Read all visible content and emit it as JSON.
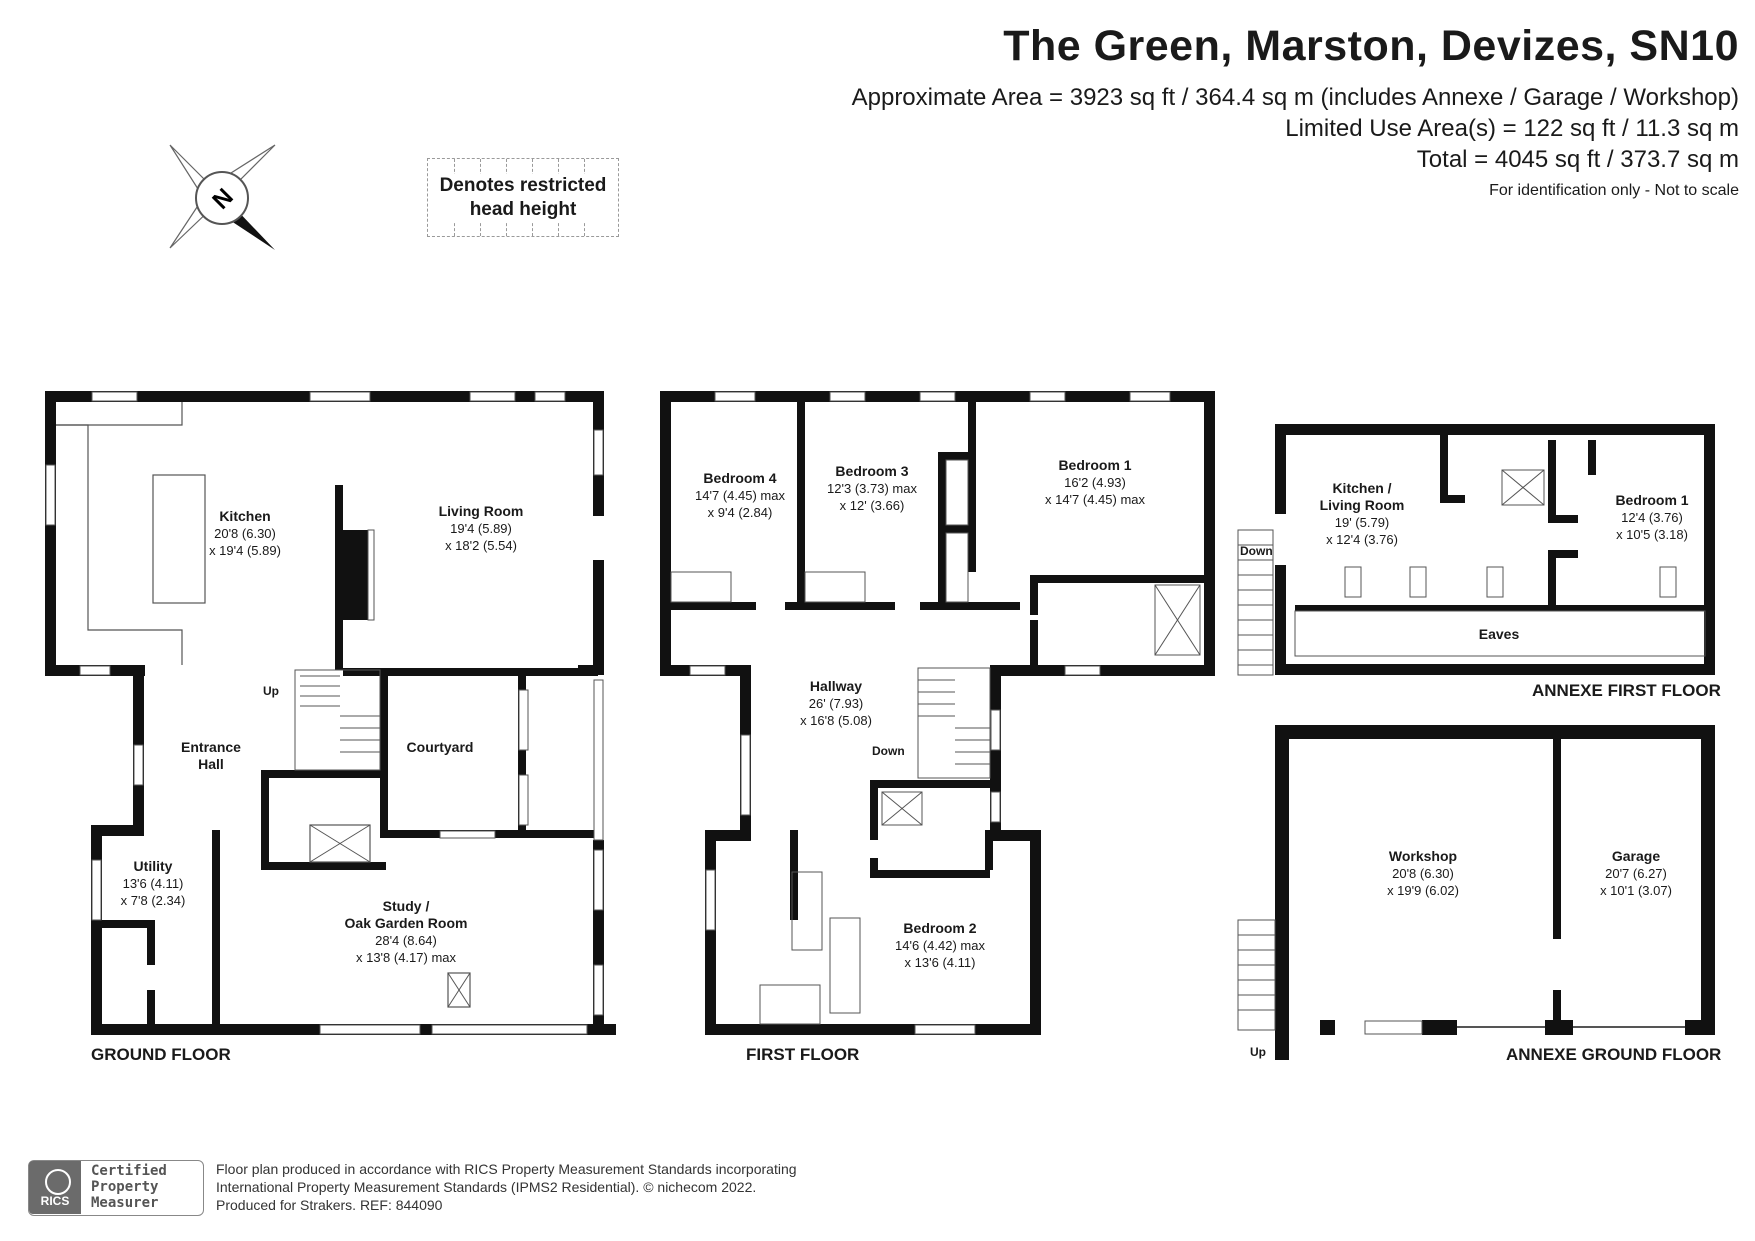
{
  "header": {
    "title": "The Green, Marston, Devizes, SN10",
    "area_line_1": "Approximate Area = 3923 sq ft / 364.4 sq m (includes Annexe / Garage / Workshop)",
    "area_line_2": "Limited Use Area(s) = 122 sq ft / 11.3 sq m",
    "area_line_3": "Total = 4045 sq ft / 373.7 sq m",
    "note": "For identification only - Not to scale"
  },
  "compass": {
    "letter": "N"
  },
  "legend": {
    "line1": "Denotes restricted",
    "line2": "head height"
  },
  "rooms": {
    "kitchen": {
      "name": "Kitchen",
      "dim1": "20'8 (6.30)",
      "dim2": "x 19'4 (5.89)"
    },
    "living": {
      "name": "Living Room",
      "dim1": "19'4 (5.89)",
      "dim2": "x 18'2 (5.54)"
    },
    "entrance": {
      "name1": "Entrance",
      "name2": "Hall"
    },
    "courtyard": {
      "name": "Courtyard"
    },
    "utility": {
      "name": "Utility",
      "dim1": "13'6 (4.11)",
      "dim2": "x 7'8 (2.34)"
    },
    "study": {
      "name1": "Study /",
      "name2": "Oak Garden Room",
      "dim1": "28'4 (8.64)",
      "dim2": "x 13'8 (4.17) max"
    },
    "bed4": {
      "name": "Bedroom 4",
      "dim1": "14'7 (4.45) max",
      "dim2": "x 9'4 (2.84)"
    },
    "bed3": {
      "name": "Bedroom 3",
      "dim1": "12'3 (3.73) max",
      "dim2": "x 12' (3.66)"
    },
    "bed1": {
      "name": "Bedroom 1",
      "dim1": "16'2 (4.93)",
      "dim2": "x 14'7 (4.45) max"
    },
    "hallway": {
      "name": "Hallway",
      "dim1": "26' (7.93)",
      "dim2": "x 16'8 (5.08)"
    },
    "bed2": {
      "name": "Bedroom 2",
      "dim1": "14'6 (4.42) max",
      "dim2": "x 13'6 (4.11)"
    },
    "annexe_kitchen": {
      "name1": "Kitchen /",
      "name2": "Living Room",
      "dim1": "19' (5.79)",
      "dim2": "x 12'4 (3.76)"
    },
    "annexe_bed1": {
      "name": "Bedroom 1",
      "dim1": "12'4 (3.76)",
      "dim2": "x 10'5 (3.18)"
    },
    "eaves": {
      "name": "Eaves"
    },
    "workshop": {
      "name": "Workshop",
      "dim1": "20'8 (6.30)",
      "dim2": "x 19'9 (6.02)"
    },
    "garage": {
      "name": "Garage",
      "dim1": "20'7 (6.27)",
      "dim2": "x 10'1 (3.07)"
    }
  },
  "stairs": {
    "up_label": "Up",
    "down_label": "Down"
  },
  "floors": {
    "ground": "GROUND FLOOR",
    "first": "FIRST FLOOR",
    "annexe_first": "ANNEXE FIRST FLOOR",
    "annexe_ground": "ANNEXE GROUND FLOOR"
  },
  "footer": {
    "line1": "Floor plan produced in accordance with RICS Property Measurement Standards incorporating",
    "line2": "International Property Measurement Standards (IPMS2 Residential).   © nichecom 2022.",
    "line3": "Produced for Strakers.   REF:  844090",
    "badge_rics": "RICS",
    "badge_l1": "Certified",
    "badge_l2": "Property",
    "badge_l3": "Measurer"
  },
  "colors": {
    "wall": "#111111",
    "line": "#555555",
    "dashed": "#9a9a9a"
  }
}
